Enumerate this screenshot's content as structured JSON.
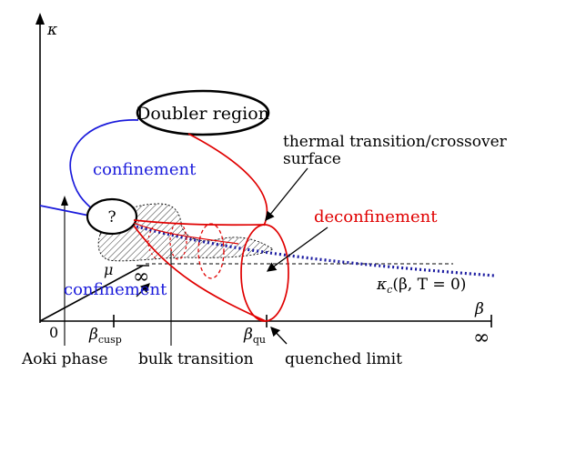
{
  "axes": {
    "kappa_label": "κ",
    "beta_label": "β",
    "beta_infinity": "∞",
    "mu_label": "μ",
    "mu_infinity": "∞",
    "origin_label": "0",
    "beta_cusp_main": "β",
    "beta_cusp_sub": "cusp",
    "beta_qu_main": "β",
    "beta_qu_sub": "qu"
  },
  "regions": {
    "doubler": "Doubler region",
    "unknown": "?",
    "confinement_upper": "confinement",
    "confinement_lower": "confinement",
    "deconfinement": "deconfinement"
  },
  "annotations": {
    "thermal_line1": "thermal transition/crossover",
    "thermal_line2": "surface",
    "kappa_c_main": "κ",
    "kappa_c_sub": "c",
    "kappa_c_args": "(β, T = 0)",
    "aoki_phase": "Aoki phase",
    "bulk_transition": "bulk transition",
    "quenched_limit": "quenched limit"
  },
  "colors": {
    "axis": "#000000",
    "confinement_line": "#1a1adb",
    "deconfinement_line": "#e00000",
    "kappa_c_curve": "#1a1aa0"
  }
}
